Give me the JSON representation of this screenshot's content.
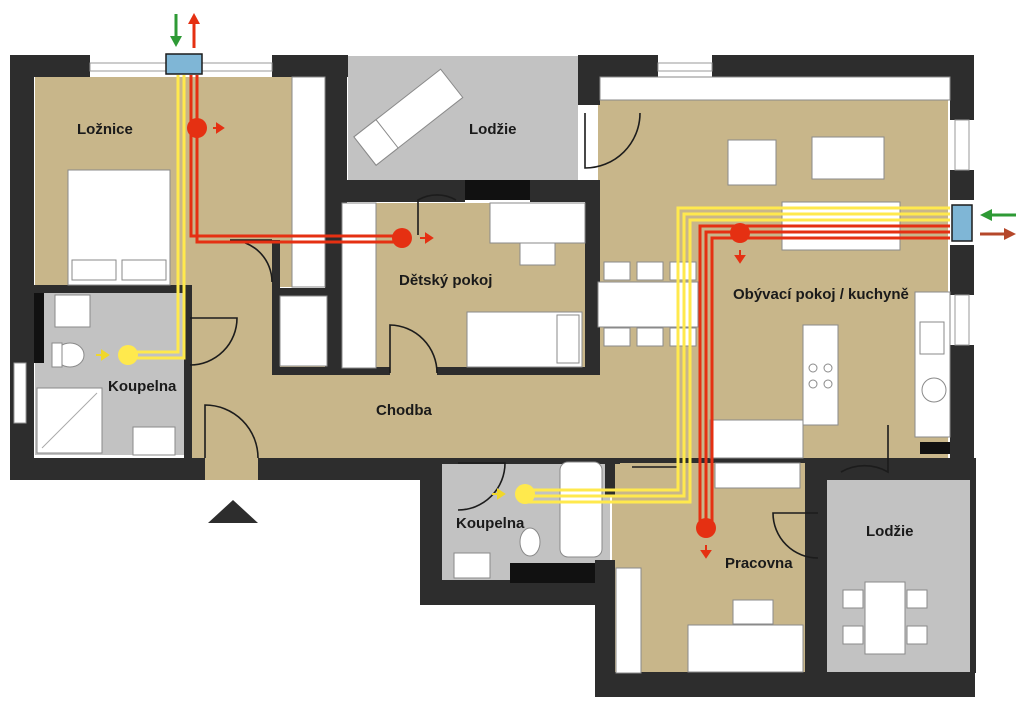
{
  "rooms": {
    "loznice": "Ložnice",
    "lodzie_top": "Lodžie",
    "detsky_pokoj": "Dětský pokoj",
    "obyvaci_pokoj": "Obývací pokoj / kuchyně",
    "koupelna_left": "Koupelna",
    "chodba": "Chodba",
    "koupelna_center": "Koupelna",
    "pracovna": "Pracovna",
    "lodzie_right": "Lodžie"
  },
  "colors": {
    "floor": "#c8b68a",
    "tile": "#c2c2c2",
    "wall": "#2d2d2d",
    "furniture": "#ffffff",
    "supply_air": "#ffe94d",
    "exhaust_air": "#e53012",
    "fresh_air_arrow": "#2e9a35",
    "waste_air_arrow": "#b5472a",
    "vent_unit": "#7fb6d6"
  },
  "icons": {
    "entrance": "entrance-triangle-icon",
    "fresh_air": "green-arrow-icon",
    "waste_air": "red-arrow-icon",
    "supply_point": "yellow-dot-icon",
    "exhaust_point": "red-dot-icon"
  }
}
